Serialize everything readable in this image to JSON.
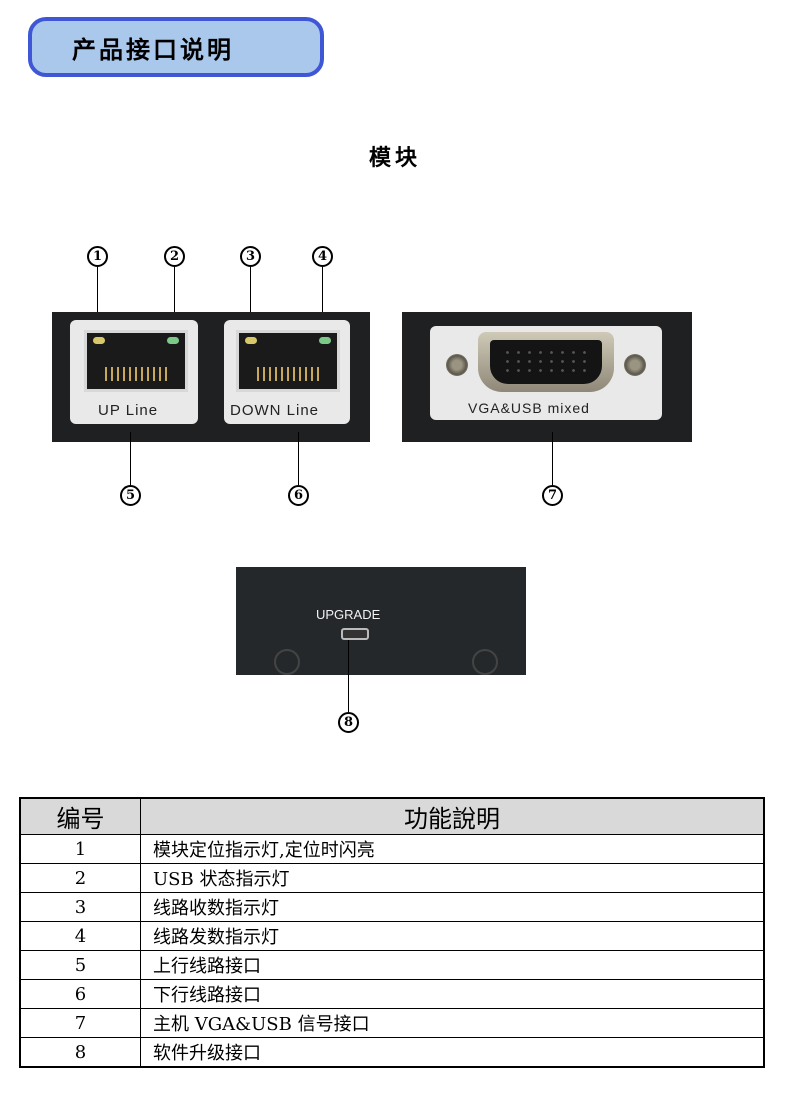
{
  "header": {
    "title": "产品接口说明"
  },
  "subtitle": "模块",
  "figure": {
    "callouts": [
      "1",
      "2",
      "3",
      "4",
      "5",
      "6",
      "7",
      "8"
    ],
    "port_labels": {
      "up": "UP Line",
      "down": "DOWN Line",
      "vga": "VGA&USB mixed",
      "upgrade": "UPGRADE"
    }
  },
  "table": {
    "headers": [
      "编号",
      "功能說明"
    ],
    "rows": [
      {
        "num": "1",
        "desc": "模块定位指示灯,定位时闪亮"
      },
      {
        "num": "2",
        "desc": "USB 状态指示灯"
      },
      {
        "num": "3",
        "desc": "线路收数指示灯"
      },
      {
        "num": "4",
        "desc": "线路发数指示灯"
      },
      {
        "num": "5",
        "desc": "上行线路接口"
      },
      {
        "num": "6",
        "desc": "下行线路接口"
      },
      {
        "num": "7",
        "desc": "主机 VGA&USB 信号接口"
      },
      {
        "num": "8",
        "desc": "软件升级接口"
      }
    ]
  }
}
